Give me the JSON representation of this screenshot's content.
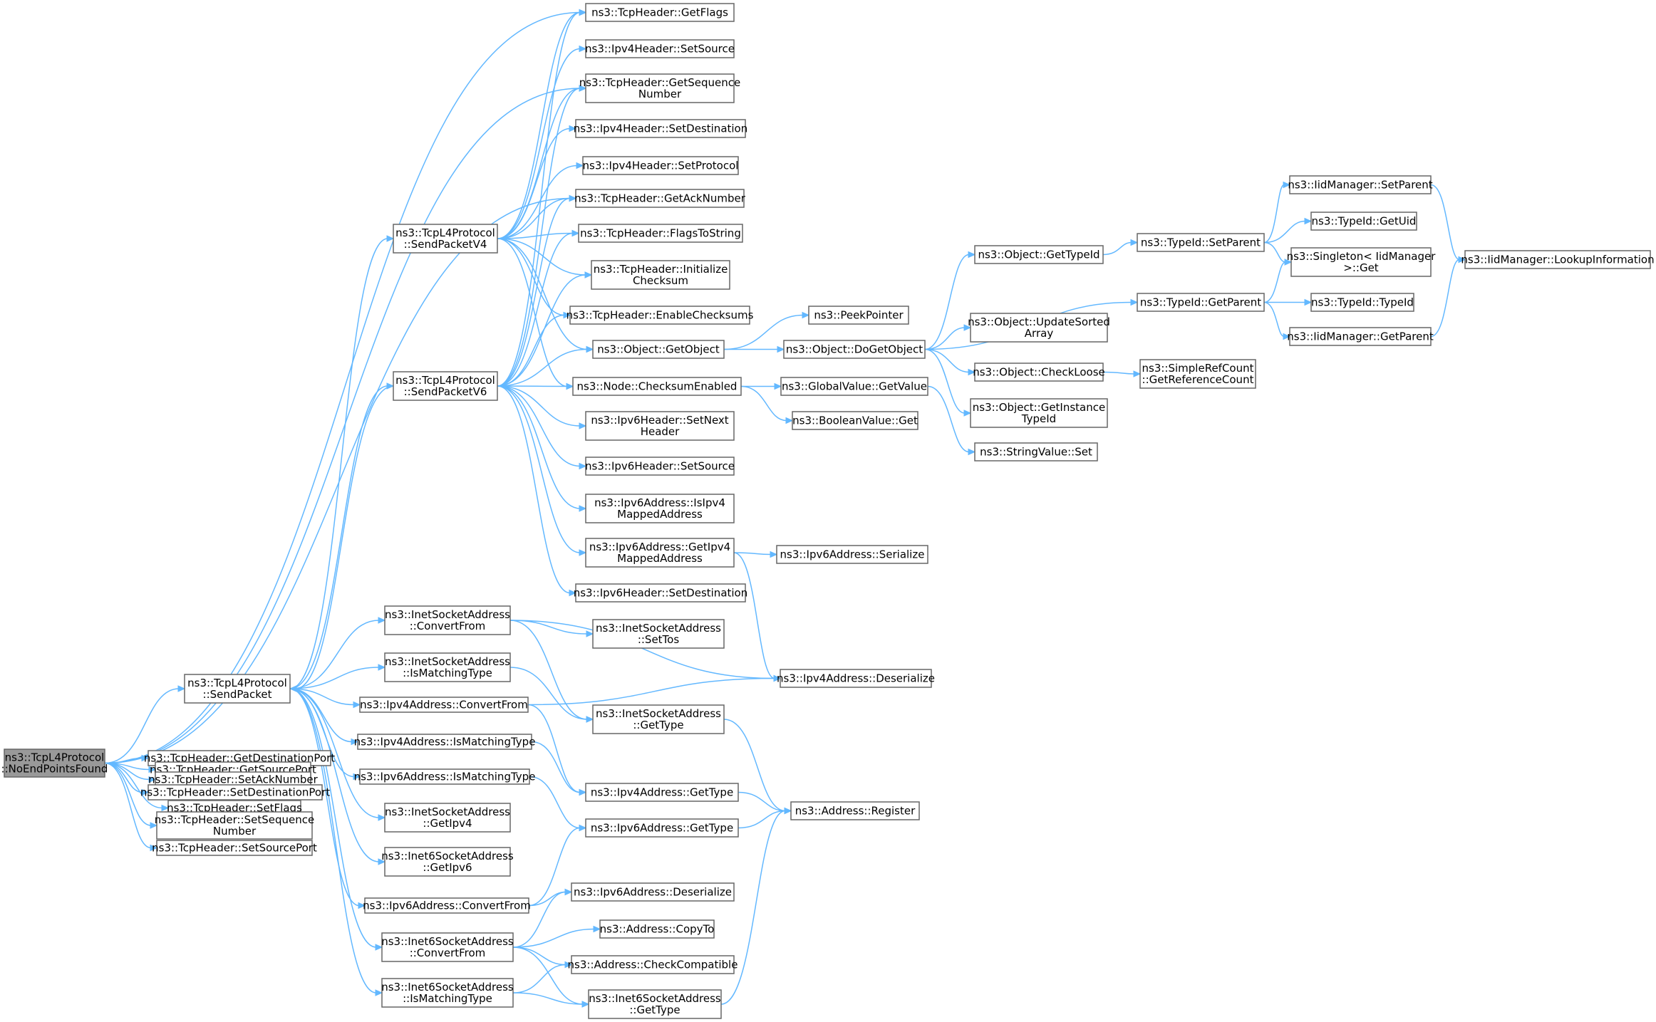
{
  "colors": {
    "edge": "#63b8ff",
    "node_border": "#666666",
    "root_fill": "#999999",
    "node_fill": "#ffffff"
  },
  "nodes": [
    {
      "id": "root",
      "lines": [
        "ns3::TcpL4Protocol",
        "::NoEndPointsFound"
      ],
      "root": true
    },
    {
      "id": "sendpacket",
      "lines": [
        "ns3::TcpL4Protocol",
        "::SendPacket"
      ]
    },
    {
      "id": "getdstport",
      "lines": [
        "ns3::TcpHeader::GetDestinationPort"
      ]
    },
    {
      "id": "getsrcport",
      "lines": [
        "ns3::TcpHeader::GetSourcePort"
      ]
    },
    {
      "id": "setack",
      "lines": [
        "ns3::TcpHeader::SetAckNumber"
      ]
    },
    {
      "id": "setdstport",
      "lines": [
        "ns3::TcpHeader::SetDestinationPort"
      ]
    },
    {
      "id": "setflags",
      "lines": [
        "ns3::TcpHeader::SetFlags"
      ]
    },
    {
      "id": "setseq",
      "lines": [
        "ns3::TcpHeader::SetSequence",
        "Number"
      ]
    },
    {
      "id": "setsrcport",
      "lines": [
        "ns3::TcpHeader::SetSourcePort"
      ]
    },
    {
      "id": "sendv4",
      "lines": [
        "ns3::TcpL4Protocol",
        "::SendPacketV4"
      ]
    },
    {
      "id": "sendv6",
      "lines": [
        "ns3::TcpL4Protocol",
        "::SendPacketV6"
      ]
    },
    {
      "id": "inetconv",
      "lines": [
        "ns3::InetSocketAddress",
        "::ConvertFrom"
      ]
    },
    {
      "id": "inetmatch",
      "lines": [
        "ns3::InetSocketAddress",
        "::IsMatchingType"
      ]
    },
    {
      "id": "ipv4conv",
      "lines": [
        "ns3::Ipv4Address::ConvertFrom"
      ]
    },
    {
      "id": "ipv4match",
      "lines": [
        "ns3::Ipv4Address::IsMatchingType"
      ]
    },
    {
      "id": "ipv6match",
      "lines": [
        "ns3::Ipv6Address::IsMatchingType"
      ]
    },
    {
      "id": "inetgetipv4",
      "lines": [
        "ns3::InetSocketAddress",
        "::GetIpv4"
      ]
    },
    {
      "id": "inet6getipv6",
      "lines": [
        "ns3::Inet6SocketAddress",
        "::GetIpv6"
      ]
    },
    {
      "id": "ipv6conv",
      "lines": [
        "ns3::Ipv6Address::ConvertFrom"
      ]
    },
    {
      "id": "inet6conv",
      "lines": [
        "ns3::Inet6SocketAddress",
        "::ConvertFrom"
      ]
    },
    {
      "id": "inet6match",
      "lines": [
        "ns3::Inet6SocketAddress",
        "::IsMatchingType"
      ]
    },
    {
      "id": "getflags",
      "lines": [
        "ns3::TcpHeader::GetFlags"
      ]
    },
    {
      "id": "v4setsrc",
      "lines": [
        "ns3::Ipv4Header::SetSource"
      ]
    },
    {
      "id": "getseq",
      "lines": [
        "ns3::TcpHeader::GetSequence",
        "Number"
      ]
    },
    {
      "id": "v4setdst",
      "lines": [
        "ns3::Ipv4Header::SetDestination"
      ]
    },
    {
      "id": "v4setproto",
      "lines": [
        "ns3::Ipv4Header::SetProtocol"
      ]
    },
    {
      "id": "getack",
      "lines": [
        "ns3::TcpHeader::GetAckNumber"
      ]
    },
    {
      "id": "flagstostr",
      "lines": [
        "ns3::TcpHeader::FlagsToString"
      ]
    },
    {
      "id": "initcs",
      "lines": [
        "ns3::TcpHeader::Initialize",
        "Checksum"
      ]
    },
    {
      "id": "enablecs",
      "lines": [
        "ns3::TcpHeader::EnableChecksums"
      ]
    },
    {
      "id": "getobject",
      "lines": [
        "ns3::Object::GetObject"
      ]
    },
    {
      "id": "csenabled",
      "lines": [
        "ns3::Node::ChecksumEnabled"
      ]
    },
    {
      "id": "v6setnext",
      "lines": [
        "ns3::Ipv6Header::SetNext",
        "Header"
      ]
    },
    {
      "id": "v6setsrc",
      "lines": [
        "ns3::Ipv6Header::SetSource"
      ]
    },
    {
      "id": "isipv4mapped",
      "lines": [
        "ns3::Ipv6Address::IsIpv4",
        "MappedAddress"
      ]
    },
    {
      "id": "getipv4mapped",
      "lines": [
        "ns3::Ipv6Address::GetIpv4",
        "MappedAddress"
      ]
    },
    {
      "id": "v6setdst",
      "lines": [
        "ns3::Ipv6Header::SetDestination"
      ]
    },
    {
      "id": "inetsettos",
      "lines": [
        "ns3::InetSocketAddress",
        "::SetTos"
      ]
    },
    {
      "id": "inetgettype",
      "lines": [
        "ns3::InetSocketAddress",
        "::GetType"
      ]
    },
    {
      "id": "ipv4gettype",
      "lines": [
        "ns3::Ipv4Address::GetType"
      ]
    },
    {
      "id": "ipv6gettype",
      "lines": [
        "ns3::Ipv6Address::GetType"
      ]
    },
    {
      "id": "ipv6deser",
      "lines": [
        "ns3::Ipv6Address::Deserialize"
      ]
    },
    {
      "id": "addrcopyto",
      "lines": [
        "ns3::Address::CopyTo"
      ]
    },
    {
      "id": "addrcheck",
      "lines": [
        "ns3::Address::CheckCompatible"
      ]
    },
    {
      "id": "inet6gettype",
      "lines": [
        "ns3::Inet6SocketAddress",
        "::GetType"
      ]
    },
    {
      "id": "peekptr",
      "lines": [
        "ns3::PeekPointer"
      ]
    },
    {
      "id": "dogetobject",
      "lines": [
        "ns3::Object::DoGetObject"
      ]
    },
    {
      "id": "gvgetvalue",
      "lines": [
        "ns3::GlobalValue::GetValue"
      ]
    },
    {
      "id": "boolget",
      "lines": [
        "ns3::BooleanValue::Get"
      ]
    },
    {
      "id": "ipv6serialize",
      "lines": [
        "ns3::Ipv6Address::Serialize"
      ]
    },
    {
      "id": "ipv4deser",
      "lines": [
        "ns3::Ipv4Address::Deserialize"
      ]
    },
    {
      "id": "addrregister",
      "lines": [
        "ns3::Address::Register"
      ]
    },
    {
      "id": "objgettypeid",
      "lines": [
        "ns3::Object::GetTypeId"
      ]
    },
    {
      "id": "objupdsorted",
      "lines": [
        "ns3::Object::UpdateSorted",
        "Array"
      ]
    },
    {
      "id": "objcheckloose",
      "lines": [
        "ns3::Object::CheckLoose"
      ]
    },
    {
      "id": "objgetinsttype",
      "lines": [
        "ns3::Object::GetInstance",
        "TypeId"
      ]
    },
    {
      "id": "strset",
      "lines": [
        "ns3::StringValue::Set"
      ]
    },
    {
      "id": "tidsetparent",
      "lines": [
        "ns3::TypeId::SetParent"
      ]
    },
    {
      "id": "tidgetparent",
      "lines": [
        "ns3::TypeId::GetParent"
      ]
    },
    {
      "id": "getrefcount",
      "lines": [
        "ns3::SimpleRefCount",
        "::GetReferenceCount"
      ]
    },
    {
      "id": "iidsetparent",
      "lines": [
        "ns3::IidManager::SetParent"
      ]
    },
    {
      "id": "tidgetuid",
      "lines": [
        "ns3::TypeId::GetUid"
      ]
    },
    {
      "id": "singletonget",
      "lines": [
        "ns3::Singleton< IidManager",
        ">::Get"
      ]
    },
    {
      "id": "tidtypeid",
      "lines": [
        "ns3::TypeId::TypeId"
      ]
    },
    {
      "id": "iidgetparent",
      "lines": [
        "ns3::IidManager::GetParent"
      ]
    },
    {
      "id": "iidlookup",
      "lines": [
        "ns3::IidManager::LookupInformation"
      ]
    }
  ],
  "edges": [
    [
      "root",
      "getflags"
    ],
    [
      "root",
      "getseq"
    ],
    [
      "root",
      "getack"
    ],
    [
      "root",
      "sendpacket"
    ],
    [
      "root",
      "getdstport"
    ],
    [
      "root",
      "getsrcport"
    ],
    [
      "root",
      "setack"
    ],
    [
      "root",
      "setdstport"
    ],
    [
      "root",
      "setflags"
    ],
    [
      "root",
      "setseq"
    ],
    [
      "root",
      "setsrcport"
    ],
    [
      "sendpacket",
      "sendv4"
    ],
    [
      "sendpacket",
      "sendv6"
    ],
    [
      "sendpacket",
      "inetconv"
    ],
    [
      "sendpacket",
      "inetmatch"
    ],
    [
      "sendpacket",
      "ipv4conv"
    ],
    [
      "sendpacket",
      "ipv4match"
    ],
    [
      "sendpacket",
      "ipv6match"
    ],
    [
      "sendpacket",
      "inetgetipv4"
    ],
    [
      "sendpacket",
      "inet6getipv6"
    ],
    [
      "sendpacket",
      "ipv6conv"
    ],
    [
      "sendpacket",
      "inet6conv"
    ],
    [
      "sendpacket",
      "inet6match"
    ],
    [
      "sendv4",
      "getflags"
    ],
    [
      "sendv4",
      "v4setsrc"
    ],
    [
      "sendv4",
      "getseq"
    ],
    [
      "sendv4",
      "v4setdst"
    ],
    [
      "sendv4",
      "v4setproto"
    ],
    [
      "sendv4",
      "getack"
    ],
    [
      "sendv4",
      "flagstostr"
    ],
    [
      "sendv4",
      "initcs"
    ],
    [
      "sendv4",
      "enablecs"
    ],
    [
      "sendv4",
      "getobject"
    ],
    [
      "sendv4",
      "csenabled"
    ],
    [
      "sendv6",
      "getflags"
    ],
    [
      "sendv6",
      "getseq"
    ],
    [
      "sendv6",
      "getack"
    ],
    [
      "sendv6",
      "flagstostr"
    ],
    [
      "sendv6",
      "initcs"
    ],
    [
      "sendv6",
      "enablecs"
    ],
    [
      "sendv6",
      "getobject"
    ],
    [
      "sendv6",
      "csenabled"
    ],
    [
      "sendv6",
      "v6setnext"
    ],
    [
      "sendv6",
      "v6setsrc"
    ],
    [
      "sendv6",
      "isipv4mapped"
    ],
    [
      "sendv6",
      "getipv4mapped"
    ],
    [
      "sendv6",
      "v6setdst"
    ],
    [
      "sendv6",
      "sendpacket"
    ],
    [
      "inetconv",
      "inetsettos"
    ],
    [
      "inetconv",
      "inetgettype"
    ],
    [
      "inetconv",
      "ipv4deser"
    ],
    [
      "inetmatch",
      "inetgettype"
    ],
    [
      "ipv4conv",
      "ipv4gettype"
    ],
    [
      "ipv4conv",
      "ipv4deser"
    ],
    [
      "ipv4match",
      "ipv4gettype"
    ],
    [
      "ipv6match",
      "ipv6gettype"
    ],
    [
      "ipv6conv",
      "ipv6gettype"
    ],
    [
      "ipv6conv",
      "ipv6deser"
    ],
    [
      "inet6conv",
      "ipv6deser"
    ],
    [
      "inet6conv",
      "addrcopyto"
    ],
    [
      "inet6conv",
      "addrcheck"
    ],
    [
      "inet6conv",
      "inet6gettype"
    ],
    [
      "inet6match",
      "addrcheck"
    ],
    [
      "inet6match",
      "inet6gettype"
    ],
    [
      "inetgettype",
      "addrregister"
    ],
    [
      "ipv4gettype",
      "addrregister"
    ],
    [
      "ipv6gettype",
      "addrregister"
    ],
    [
      "inet6gettype",
      "addrregister"
    ],
    [
      "getobject",
      "peekptr"
    ],
    [
      "getobject",
      "dogetobject"
    ],
    [
      "csenabled",
      "gvgetvalue"
    ],
    [
      "csenabled",
      "boolget"
    ],
    [
      "gvgetvalue",
      "strset"
    ],
    [
      "getipv4mapped",
      "ipv6serialize"
    ],
    [
      "getipv4mapped",
      "ipv4deser"
    ],
    [
      "dogetobject",
      "objgettypeid"
    ],
    [
      "dogetobject",
      "tidgetparent"
    ],
    [
      "dogetobject",
      "objupdsorted"
    ],
    [
      "dogetobject",
      "objcheckloose"
    ],
    [
      "dogetobject",
      "objgetinsttype"
    ],
    [
      "objgettypeid",
      "tidsetparent"
    ],
    [
      "objcheckloose",
      "getrefcount"
    ],
    [
      "tidsetparent",
      "iidsetparent"
    ],
    [
      "tidsetparent",
      "tidgetuid"
    ],
    [
      "tidsetparent",
      "singletonget"
    ],
    [
      "tidgetparent",
      "singletonget"
    ],
    [
      "tidgetparent",
      "tidtypeid"
    ],
    [
      "tidgetparent",
      "iidgetparent"
    ],
    [
      "iidsetparent",
      "iidlookup"
    ],
    [
      "iidgetparent",
      "iidlookup"
    ]
  ]
}
